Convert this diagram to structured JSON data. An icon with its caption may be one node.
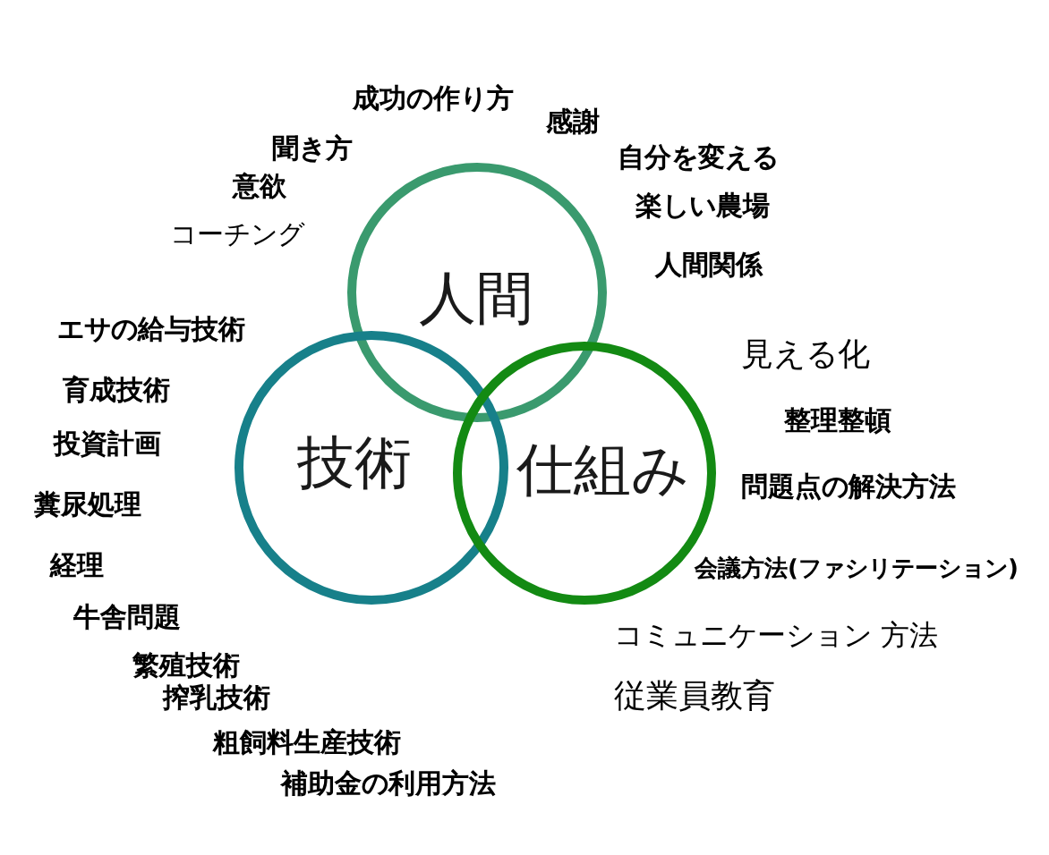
{
  "diagram": {
    "nodes": [
      {
        "text": [
          "人間"
        ]
      },
      {
        "text": [
          "技術"
        ]
      },
      {
        "text": [
          "仕組み"
        ]
      }
    ],
    "labels": [
      "成功の作り方",
      "感謝",
      "聞き方",
      "自分を変える",
      "意欲",
      "楽しい農場",
      "コーチング",
      "人間関係",
      "エサの給与技術",
      "見える化",
      "育成技術",
      "整理整頓",
      "投資計画",
      "問題点の解決方法",
      "糞尿処理",
      "経理",
      "会議方法(ファシリテーション)",
      "牛舎問題",
      "コミュニケーション 方法",
      "繁殖技術",
      "搾乳技術",
      "従業員教育",
      "粗飼料生産技術",
      "補助金の利用方法"
    ]
  }
}
